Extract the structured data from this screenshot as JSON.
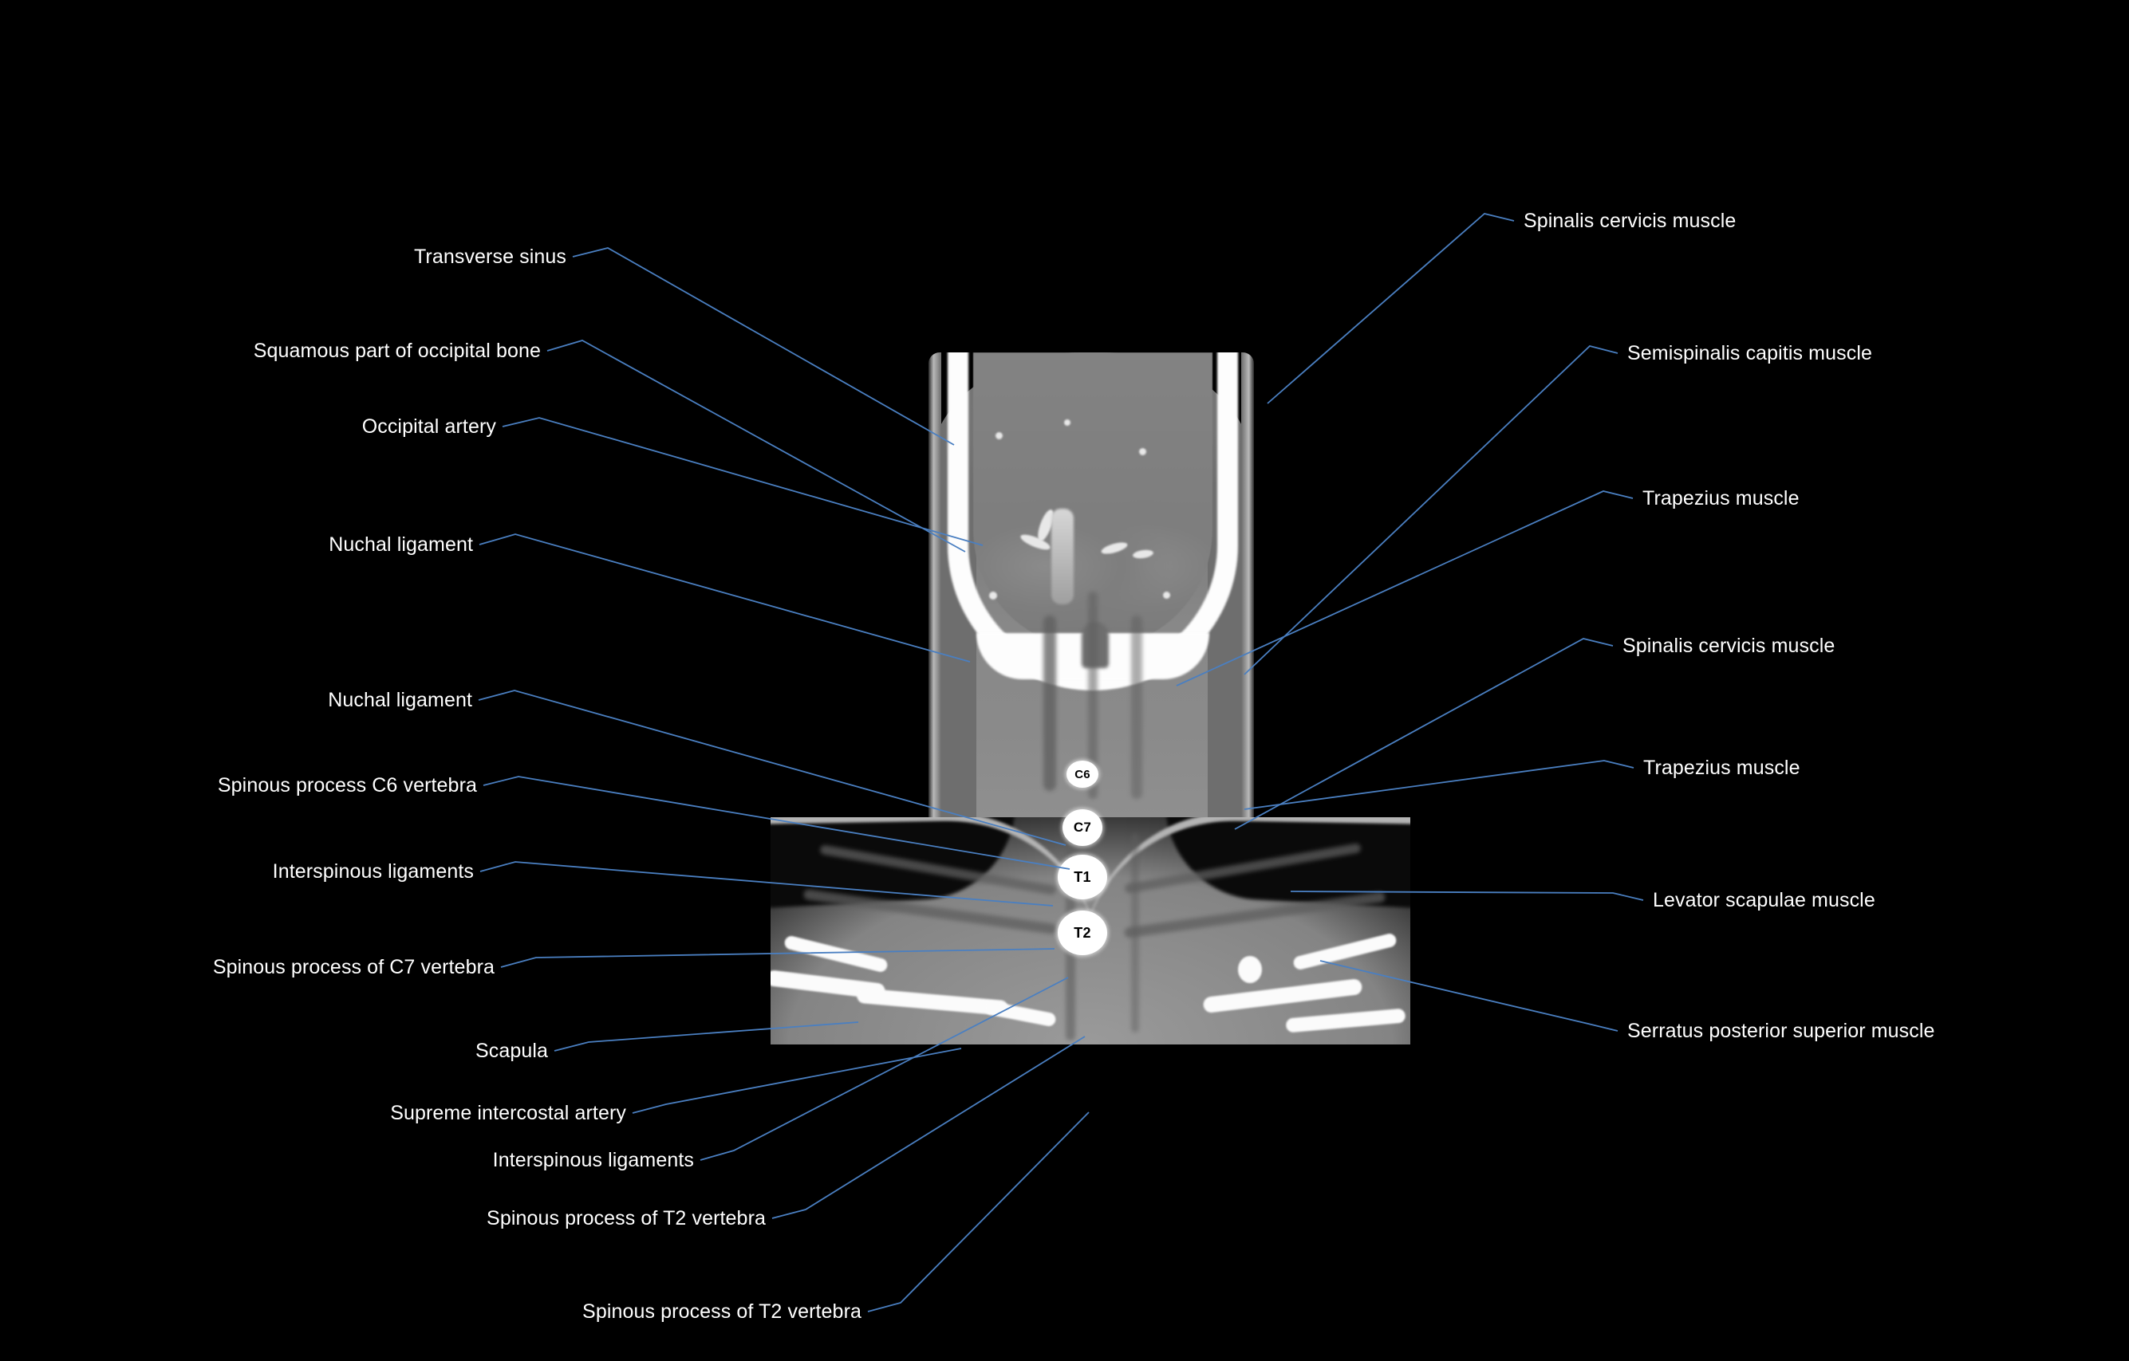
{
  "figure": {
    "type": "annotated-ct-coronal-neck",
    "background_color": "#000000",
    "label_text_color": "#ffffff",
    "leader_line_color": "#4a7fc1",
    "scan_modality": "CT",
    "plane": "coronal",
    "region": "posterior head, neck and upper thorax"
  },
  "vertebra_markers": [
    {
      "id": "c6",
      "text": "C6"
    },
    {
      "id": "c7",
      "text": "C7"
    },
    {
      "id": "t1",
      "text": "T1"
    },
    {
      "id": "t2",
      "text": "T2"
    }
  ],
  "labels_left": [
    {
      "id": "transverse-sinus",
      "text": "Transverse sinus"
    },
    {
      "id": "squamous-part-occipital-bone",
      "text": "Squamous part of occipital bone"
    },
    {
      "id": "occipital-artery",
      "text": "Occipital artery"
    },
    {
      "id": "nuchal-ligament-upper",
      "text": "Nuchal ligament"
    },
    {
      "id": "nuchal-ligament-lower",
      "text": "Nuchal ligament"
    },
    {
      "id": "spinous-process-c6",
      "text": "Spinous process C6 vertebra"
    },
    {
      "id": "interspinous-ligaments-upper",
      "text": "Interspinous ligaments"
    },
    {
      "id": "spinous-process-c7",
      "text": "Spinous process of C7 vertebra"
    },
    {
      "id": "scapula",
      "text": "Scapula"
    },
    {
      "id": "supreme-intercostal-artery",
      "text": "Supreme intercostal artery"
    },
    {
      "id": "interspinous-ligaments-lower",
      "text": "Interspinous ligaments"
    },
    {
      "id": "spinous-process-t2-a",
      "text": "Spinous process of T2 vertebra"
    },
    {
      "id": "spinous-process-t2-b",
      "text": "Spinous process of T2 vertebra"
    }
  ],
  "labels_right": [
    {
      "id": "spinalis-cervicis-upper",
      "text": "Spinalis cervicis muscle"
    },
    {
      "id": "semispinalis-capitis",
      "text": "Semispinalis capitis muscle"
    },
    {
      "id": "trapezius-upper",
      "text": "Trapezius muscle"
    },
    {
      "id": "spinalis-cervicis-lower",
      "text": "Spinalis cervicis muscle"
    },
    {
      "id": "trapezius-lower",
      "text": "Trapezius muscle"
    },
    {
      "id": "levator-scapulae",
      "text": "Levator scapulae muscle"
    },
    {
      "id": "serratus-posterior-superior",
      "text": "Serratus posterior superior muscle"
    }
  ]
}
